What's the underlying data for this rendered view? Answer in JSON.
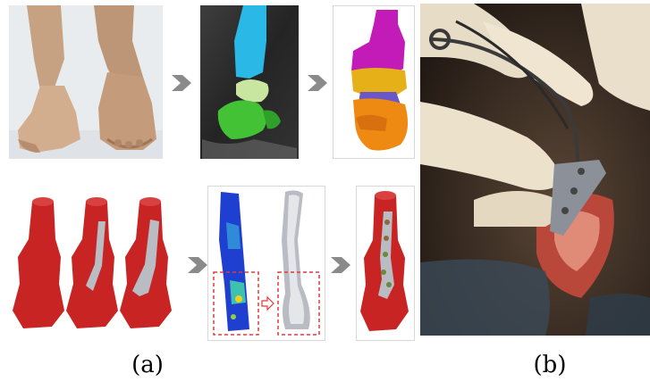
{
  "figure": {
    "captions": {
      "a": "(a)",
      "b": "(b)"
    },
    "colors": {
      "bone_tibia": "#c21bb8",
      "bone_cyan": "#2ab9e6",
      "bone_talus": "#c9e6a0",
      "bone_green": "#43c236",
      "model_red": "#c82424",
      "plate_grey": "#b9bcc2",
      "arrow_grey": "#8a8a8a",
      "fea_blue": "#1f3fd0",
      "selection_red": "#e23a3a"
    },
    "panels": [
      {
        "id": "deformed-feet-photo",
        "icon": "photo"
      },
      {
        "id": "ct-segmentation",
        "icon": "medical-scan"
      },
      {
        "id": "3d-bone-reconstruction",
        "icon": "3d-model"
      },
      {
        "id": "plate-design-variants",
        "icon": "3d-model"
      },
      {
        "id": "fea-stress-map",
        "icon": "stress-map"
      },
      {
        "id": "custom-plate",
        "icon": "implant"
      },
      {
        "id": "plate-on-bone-model",
        "icon": "3d-model"
      },
      {
        "id": "surgery-photo",
        "icon": "photo"
      }
    ]
  }
}
